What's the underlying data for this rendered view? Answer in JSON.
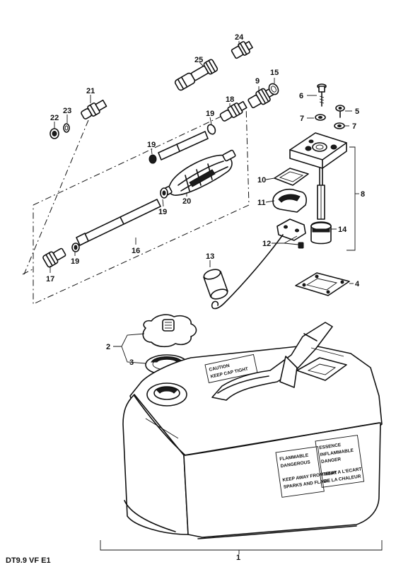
{
  "diagram": {
    "model_code": "DT9.9 VF E1",
    "labels": {
      "p1": "1",
      "p2": "2",
      "p3": "3",
      "p4": "4",
      "p5": "5",
      "p6": "6",
      "p7a": "7",
      "p7b": "7",
      "p8": "8",
      "p9": "9",
      "p10": "10",
      "p11": "11",
      "p12": "12",
      "p13": "13",
      "p14": "14",
      "p15": "15",
      "p16": "16",
      "p17": "17",
      "p18": "18",
      "p19a": "19",
      "p19b": "19",
      "p19c": "19",
      "p19d": "19",
      "p20": "20",
      "p21": "21",
      "p22": "22",
      "p23": "23",
      "p24": "24",
      "p25": "25"
    },
    "decal_front": [
      "FLAMMABLE",
      "DANGEROUS",
      "",
      "KEEP AWAY FROM HEAT",
      "SPARKS AND FLAME"
    ],
    "decal_right": [
      "ESSENCE",
      "INFLAMMABLE",
      "DANGER",
      "",
      "TENIR A L'ECART",
      "DE LA CHALEUR"
    ],
    "decal_top": [
      "CAUTION",
      "KEEP CAP TIGHT"
    ]
  }
}
